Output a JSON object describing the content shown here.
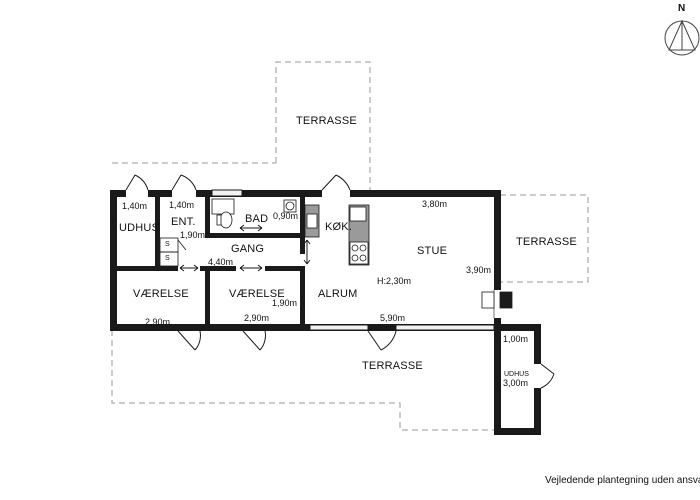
{
  "compass": {
    "label": "N"
  },
  "rooms": {
    "terrasse_top": "TERRASSE",
    "terrasse_right": "TERRASSE",
    "terrasse_bottom": "TERRASSE",
    "udhus_left": "UDHUS",
    "entre": "ENT.",
    "bad": "BAD",
    "koekken": "KØK.",
    "gang": "GANG",
    "stue": "STUE",
    "vaerelse_left": "VÆRELSE",
    "vaerelse_mid": "VÆRELSE",
    "alrum": "ALRUM",
    "udhus_right": "UDHUS"
  },
  "dimensions": {
    "udhus_left_w": "1,40m",
    "entre_w": "1,40m",
    "entre_d": "1,90m",
    "bad_w": "0,90m",
    "gang_w": "4,40m",
    "stue_w": "3,80m",
    "stue_d": "3,90m",
    "ceiling_height": "H:2,30m",
    "vaerelse_left_w": "2,90m",
    "vaerelse_mid_d": "1,90m",
    "vaerelse_mid_w": "2,90m",
    "alrum_w": "5,90m",
    "udhus_right_w": "1,00m",
    "udhus_right_d": "3,00m"
  },
  "fixtures": {
    "closet_1": "S",
    "closet_2": "S"
  },
  "disclaimer": "Vejledende plantegning uden ansvar"
}
